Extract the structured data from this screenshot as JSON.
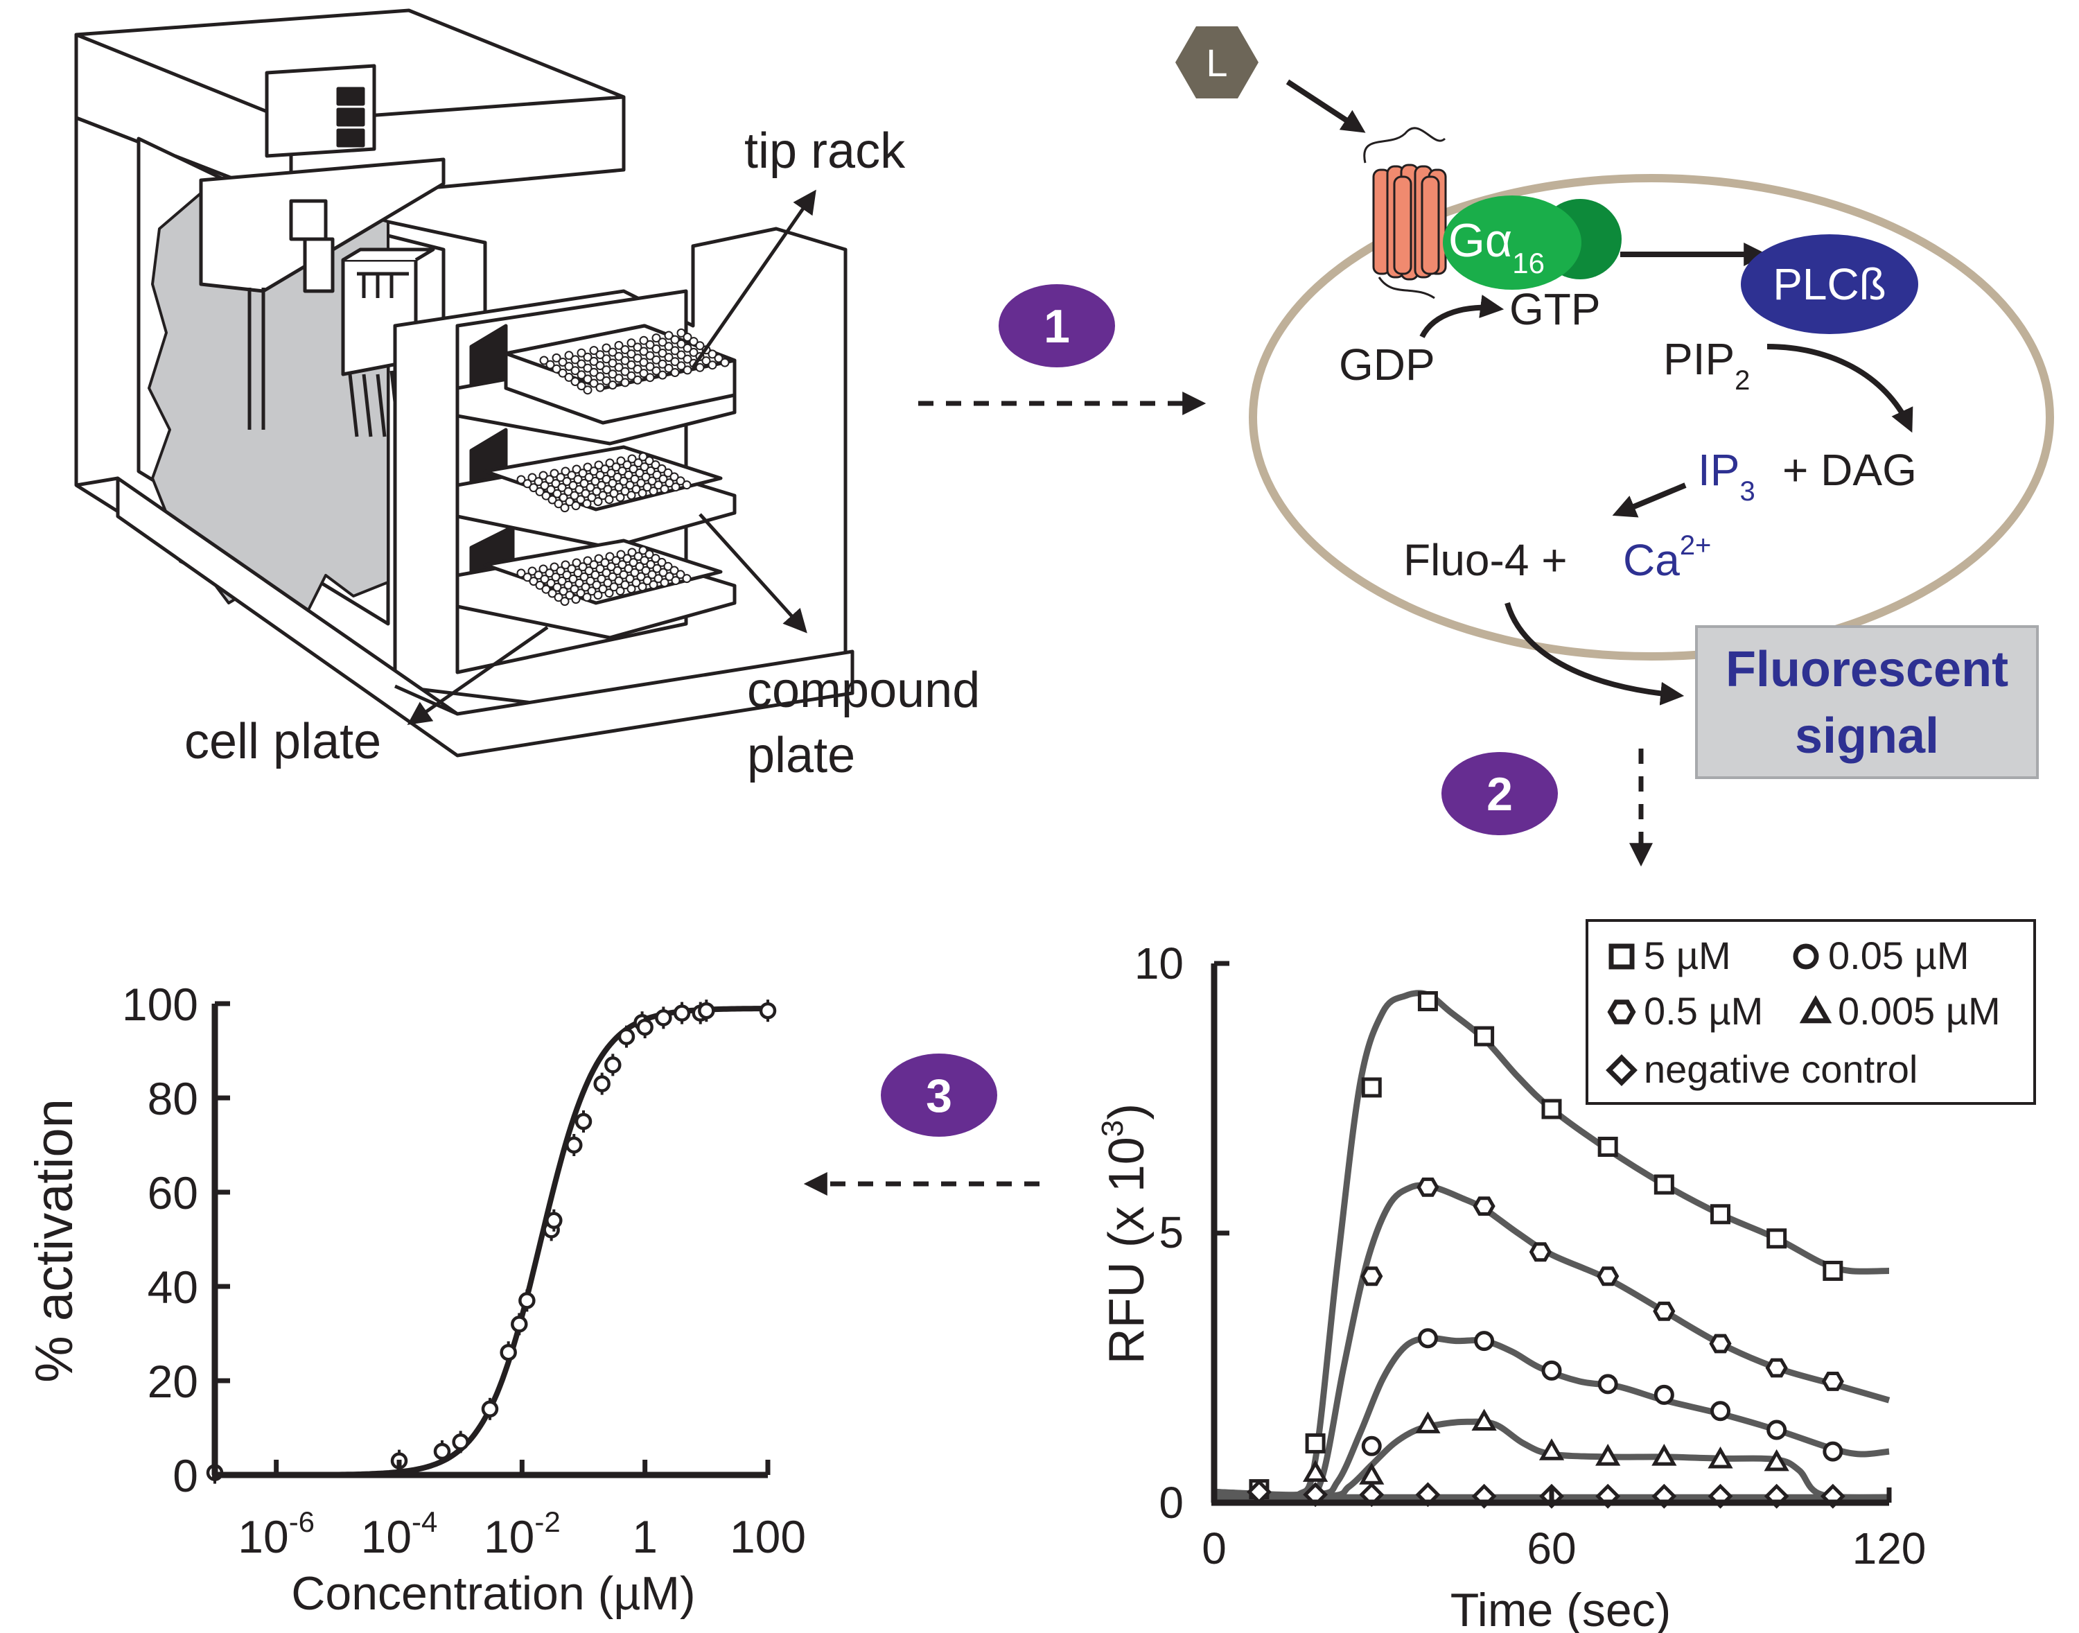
{
  "colors": {
    "step_badge": "#662d91",
    "cell_membrane": "#bfb099",
    "receptor": "#f08a6f",
    "g_protein": "#1aae4a",
    "g_protein_dark": "#0d8a3a",
    "plc": "#2e3192",
    "blue_text": "#2e3192",
    "ligand": "#6d6658",
    "signal_box": "#cfd0d2",
    "curve_gray": "#5a5a5a",
    "chamber_gray": "#c7c8ca"
  },
  "instrument": {
    "labels": {
      "tip_rack": "tip rack",
      "compound_1": "compound",
      "compound_2": "plate",
      "cell_plate": "cell plate"
    }
  },
  "steps": [
    "1",
    "2",
    "3"
  ],
  "pathway": {
    "ligand": "L",
    "g_alpha": "Gα",
    "g_alpha_sub": "16",
    "gdp": "GDP",
    "gtp": "GTP",
    "plc": "PLCß",
    "pip": "PIP",
    "pip_sub": "2",
    "ip": "IP",
    "ip_sub": "3",
    "dag": "+ DAG",
    "fluo": "Fluo-4 +",
    "ca": "Ca",
    "ca_sup": "2+",
    "signal_1": "Fluorescent",
    "signal_2": "signal"
  },
  "chart_data": [
    {
      "type": "line",
      "xlabel": "Time (sec)",
      "ylabel": "RFU (x 10",
      "ylabel_sup": "3",
      "ylabel_close": ")",
      "xlim": [
        0,
        120
      ],
      "ylim": [
        0,
        10
      ],
      "x_ticks": [
        "0",
        "60",
        "120"
      ],
      "y_ticks": [
        "0",
        "5",
        "10"
      ],
      "legend": [
        {
          "marker": "square",
          "label": "5 µM"
        },
        {
          "marker": "circle",
          "label": "0.05 µM"
        },
        {
          "marker": "hexagon",
          "label": "0.5 µM"
        },
        {
          "marker": "triangle",
          "label": "0.005 µM"
        },
        {
          "marker": "diamond",
          "label": "negative control"
        }
      ],
      "series": [
        {
          "marker": "square",
          "line": [
            [
              0,
              0.2
            ],
            [
              10,
              0.15
            ],
            [
              15,
              0.15
            ],
            [
              18,
              0.8
            ],
            [
              22,
              4.5
            ],
            [
              26,
              7.8
            ],
            [
              30,
              9.1
            ],
            [
              34,
              9.4
            ],
            [
              38,
              9.42
            ],
            [
              42,
              9.1
            ],
            [
              48,
              8.6
            ],
            [
              54,
              7.9
            ],
            [
              60,
              7.3
            ],
            [
              70,
              6.55
            ],
            [
              80,
              5.9
            ],
            [
              90,
              5.35
            ],
            [
              100,
              4.9
            ],
            [
              108,
              4.45
            ],
            [
              113,
              4.3
            ],
            [
              120,
              4.3
            ]
          ],
          "points": [
            [
              8,
              0.25
            ],
            [
              18,
              1.1
            ],
            [
              28,
              7.7
            ],
            [
              38,
              9.3
            ],
            [
              48,
              8.65
            ],
            [
              60,
              7.3
            ],
            [
              70,
              6.6
            ],
            [
              80,
              5.9
            ],
            [
              90,
              5.35
            ],
            [
              100,
              4.9
            ],
            [
              110,
              4.3
            ]
          ]
        },
        {
          "marker": "hexagon",
          "line": [
            [
              0,
              0.2
            ],
            [
              15,
              0.15
            ],
            [
              19,
              0.4
            ],
            [
              23,
              2.5
            ],
            [
              27,
              4.4
            ],
            [
              31,
              5.5
            ],
            [
              35,
              5.85
            ],
            [
              39,
              5.85
            ],
            [
              44,
              5.65
            ],
            [
              48,
              5.45
            ],
            [
              54,
              5.0
            ],
            [
              60,
              4.6
            ],
            [
              70,
              4.15
            ],
            [
              80,
              3.55
            ],
            [
              90,
              2.95
            ],
            [
              100,
              2.5
            ],
            [
              110,
              2.2
            ],
            [
              120,
              1.9
            ]
          ],
          "points": [
            [
              28,
              4.2
            ],
            [
              38,
              5.85
            ],
            [
              48,
              5.5
            ],
            [
              58,
              4.65
            ],
            [
              70,
              4.2
            ],
            [
              80,
              3.55
            ],
            [
              90,
              2.95
            ],
            [
              100,
              2.5
            ],
            [
              110,
              2.25
            ]
          ]
        },
        {
          "marker": "circle",
          "line": [
            [
              0,
              0.2
            ],
            [
              18,
              0.15
            ],
            [
              22,
              0.4
            ],
            [
              26,
              1.3
            ],
            [
              30,
              2.3
            ],
            [
              34,
              2.9
            ],
            [
              38,
              3.05
            ],
            [
              43,
              3.0
            ],
            [
              48,
              3.0
            ],
            [
              53,
              2.8
            ],
            [
              58,
              2.5
            ],
            [
              65,
              2.25
            ],
            [
              72,
              2.15
            ],
            [
              80,
              1.9
            ],
            [
              90,
              1.65
            ],
            [
              100,
              1.35
            ],
            [
              110,
              1.0
            ],
            [
              115,
              0.9
            ],
            [
              120,
              0.95
            ]
          ],
          "points": [
            [
              28,
              1.05
            ],
            [
              38,
              3.05
            ],
            [
              48,
              3.0
            ],
            [
              60,
              2.45
            ],
            [
              70,
              2.2
            ],
            [
              80,
              2.0
            ],
            [
              90,
              1.7
            ],
            [
              100,
              1.35
            ],
            [
              110,
              0.95
            ]
          ]
        },
        {
          "marker": "triangle",
          "line": [
            [
              0,
              0.15
            ],
            [
              20,
              0.12
            ],
            [
              24,
              0.3
            ],
            [
              28,
              0.7
            ],
            [
              32,
              1.1
            ],
            [
              36,
              1.35
            ],
            [
              40,
              1.45
            ],
            [
              45,
              1.5
            ],
            [
              50,
              1.45
            ],
            [
              55,
              1.1
            ],
            [
              60,
              0.9
            ],
            [
              70,
              0.85
            ],
            [
              80,
              0.85
            ],
            [
              90,
              0.82
            ],
            [
              100,
              0.8
            ],
            [
              104,
              0.6
            ],
            [
              108,
              0.15
            ],
            [
              120,
              0.1
            ]
          ],
          "points": [
            [
              18,
              0.55
            ],
            [
              28,
              0.5
            ],
            [
              38,
              1.45
            ],
            [
              48,
              1.5
            ],
            [
              60,
              0.95
            ],
            [
              70,
              0.85
            ],
            [
              80,
              0.85
            ],
            [
              90,
              0.8
            ],
            [
              100,
              0.75
            ]
          ]
        },
        {
          "marker": "diamond",
          "line": [
            [
              0,
              0.1
            ],
            [
              120,
              0.1
            ]
          ],
          "points": [
            [
              8,
              0.2
            ],
            [
              18,
              0.15
            ],
            [
              28,
              0.15
            ],
            [
              38,
              0.15
            ],
            [
              48,
              0.12
            ],
            [
              60,
              0.12
            ],
            [
              70,
              0.12
            ],
            [
              80,
              0.12
            ],
            [
              90,
              0.12
            ],
            [
              100,
              0.12
            ],
            [
              110,
              0.12
            ]
          ]
        }
      ]
    },
    {
      "type": "scatter",
      "xlabel": "Concentration (µM)",
      "ylabel": "% activation",
      "x_scale": "log",
      "xlim": [
        1e-07,
        100
      ],
      "ylim": [
        0,
        100
      ],
      "x_ticks": [
        {
          "base": "10",
          "exp": "-6"
        },
        {
          "base": "10",
          "exp": "-4"
        },
        {
          "base": "10",
          "exp": "-2"
        },
        {
          "base": "1",
          "exp": ""
        },
        {
          "base": "100",
          "exp": ""
        }
      ],
      "y_ticks": [
        "0",
        "20",
        "40",
        "60",
        "80",
        "100"
      ],
      "fit": {
        "bottom": 0,
        "top": 99,
        "ec50": 0.02,
        "hill": 0.95
      },
      "points": [
        [
          1e-07,
          0.5
        ],
        [
          0.0001,
          3
        ],
        [
          0.0005,
          5
        ],
        [
          0.001,
          7
        ],
        [
          0.003,
          14
        ],
        [
          0.006,
          26
        ],
        [
          0.009,
          32
        ],
        [
          0.012,
          37
        ],
        [
          0.03,
          52
        ],
        [
          0.033,
          54
        ],
        [
          0.07,
          70
        ],
        [
          0.1,
          75
        ],
        [
          0.2,
          83
        ],
        [
          0.3,
          87
        ],
        [
          0.5,
          93
        ],
        [
          0.9,
          96
        ],
        [
          1.0,
          95
        ],
        [
          2.0,
          97
        ],
        [
          4.0,
          98
        ],
        [
          8.0,
          98
        ],
        [
          10.0,
          98.5
        ],
        [
          100.0,
          98.5
        ]
      ]
    }
  ]
}
